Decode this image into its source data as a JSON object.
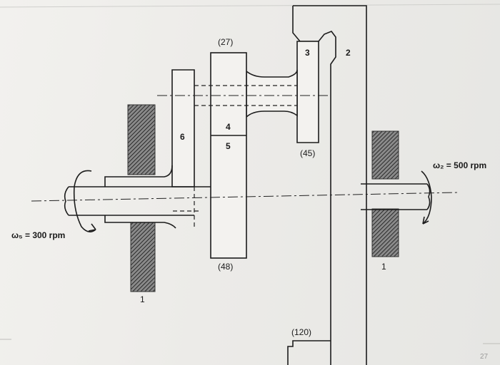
{
  "labels": {
    "gear3_teeth": "(27)",
    "gear3": "3",
    "gear2": "2",
    "gear4": "4",
    "gear5": "5",
    "gear6": "6",
    "gear_45": "(45)",
    "gear_48": "(48)",
    "gear_120": "(120)",
    "omega2": "ω₂ = 500 rpm",
    "omega5": "ω₅ = 300 rpm",
    "frame_left": "1",
    "frame_right": "1",
    "page_number": "27"
  }
}
